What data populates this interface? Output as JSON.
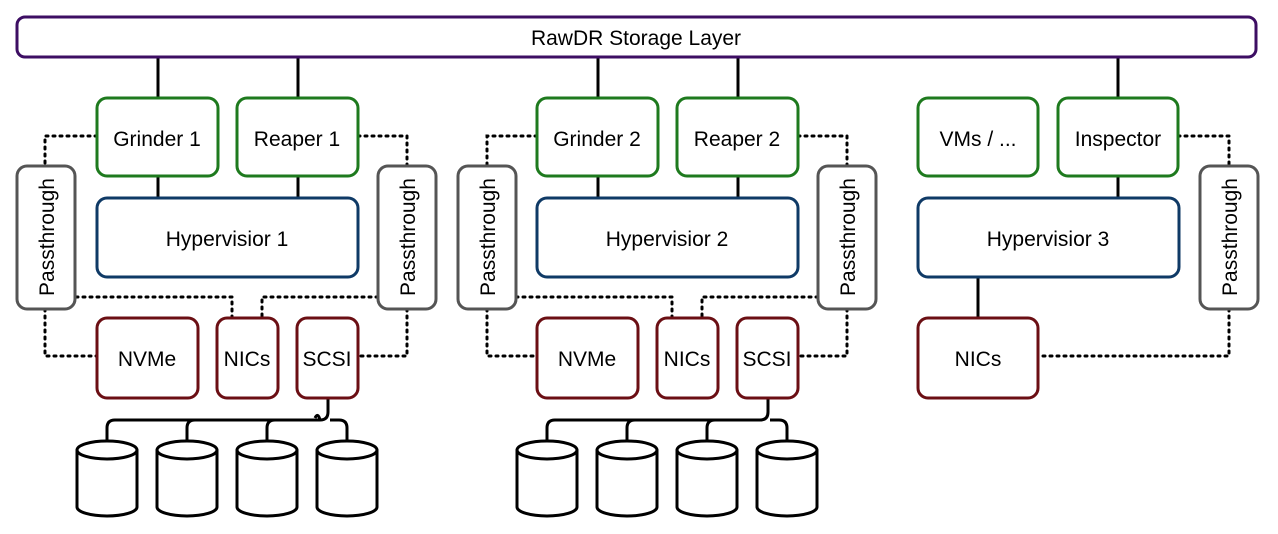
{
  "storage_layer": {
    "label": "RawDR Storage Layer",
    "color": "#3d0e63"
  },
  "colors": {
    "vm": "#1e7a1e",
    "hypervisor": "#0f3a66",
    "device": "#6b0f14",
    "passthrough": "#555555"
  },
  "hosts": [
    {
      "vms": [
        "Grinder 1",
        "Reaper 1"
      ],
      "hypervisor": "Hypervisior 1",
      "devices": [
        "NVMe",
        "NICs",
        "SCSI"
      ],
      "passthrough": [
        "Passthrough",
        "Passthrough"
      ],
      "disks": 4
    },
    {
      "vms": [
        "Grinder 2",
        "Reaper 2"
      ],
      "hypervisor": "Hypervisior 2",
      "devices": [
        "NVMe",
        "NICs",
        "SCSI"
      ],
      "passthrough": [
        "Passthrough",
        "Passthrough"
      ],
      "disks": 4
    },
    {
      "vms": [
        "VMs / ...",
        "Inspector"
      ],
      "hypervisor": "Hypervisior 3",
      "devices": [
        "NICs"
      ],
      "passthrough": [
        "Passthrough"
      ],
      "disks": 0
    }
  ]
}
